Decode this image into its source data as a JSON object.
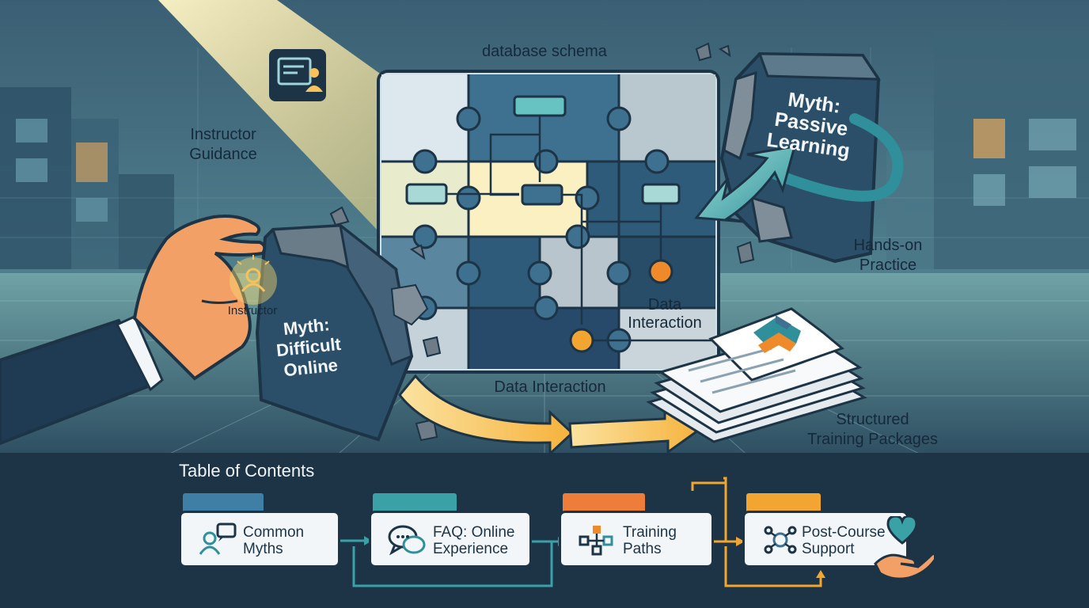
{
  "labels": {
    "schema_title": "database schema",
    "instructor_guidance": [
      "Instructor",
      "Guidance"
    ],
    "myth_passive": [
      "Myth:",
      "Passive",
      "Learning"
    ],
    "hands_on": [
      "Hands-on",
      "Practice"
    ],
    "instructor_badge": "Instructor",
    "myth_difficult": [
      "Myth:",
      "Difficult",
      "Online"
    ],
    "data_interaction_puzzle": [
      "Data",
      "Interaction"
    ],
    "data_interaction_arrow": "Data Interaction",
    "structured_packages": [
      "Structured",
      "Training Packages"
    ]
  },
  "toc": {
    "title": "Table of Contents",
    "items": [
      {
        "lines": [
          "Common",
          "Myths"
        ],
        "icon": "chat-user-icon",
        "tab_color": "#3f7fa5"
      },
      {
        "lines": [
          "FAQ: Online",
          "Experience"
        ],
        "icon": "speech-bubbles-icon",
        "tab_color": "#3aa1a6"
      },
      {
        "lines": [
          "Training",
          "Paths"
        ],
        "icon": "flowchart-icon",
        "tab_color": "#ef7d3a"
      },
      {
        "lines": [
          "Post-Course",
          "Support"
        ],
        "icon": "support-hand-heart-icon",
        "tab_color": "#f2a531"
      }
    ]
  },
  "colors": {
    "navy": "#1c3446",
    "teal": "#3aa1a6",
    "orange": "#ef8a2a",
    "yellow": "#f6c25a"
  }
}
